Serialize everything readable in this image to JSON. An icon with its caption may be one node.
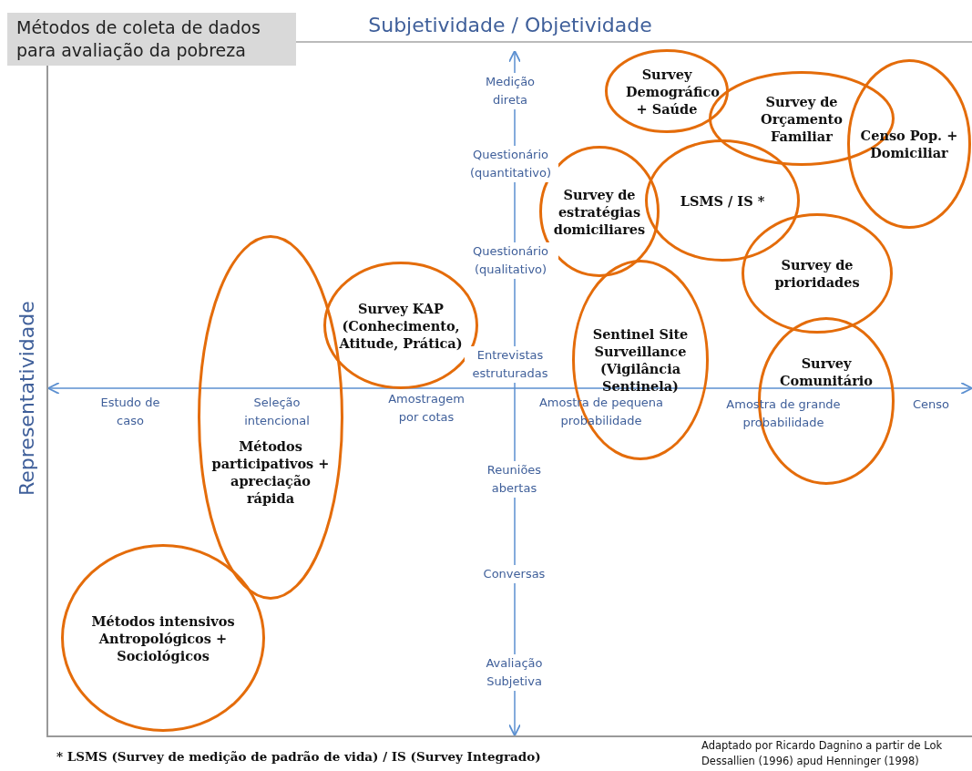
{
  "diagram": {
    "title": "Métodos de coleta de dados para avaliação da pobreza",
    "nodes": [
      {
        "text": [
          "Survey Demográfico + Saúde"
        ]
      },
      {
        "text": [
          "Survey de Orçamento Familiar"
        ]
      },
      {
        "text": [
          "Censo Pop. + Domiciliar"
        ]
      },
      {
        "text": [
          "Survey de estratégias domiciliares"
        ]
      },
      {
        "text": [
          "LSMS / IS *"
        ]
      },
      {
        "text": [
          "Survey de prioridades"
        ]
      },
      {
        "text": [
          "Survey KAP (Conhecimento, Atitude, Prática)"
        ]
      },
      {
        "text": [
          "Sentinel Site Surveillance (Vigilância Sentinela)"
        ]
      },
      {
        "text": [
          "Survey Comunitário"
        ]
      },
      {
        "text": [
          "Métodos participativos + apreciação rápida"
        ]
      },
      {
        "text": [
          "Métodos intensivos Antropológicos + Sociológicos"
        ]
      }
    ],
    "labels": [
      "Subjetividade / Objetividade",
      "Representatividade",
      "Medição direta",
      "Questionário (quantitativo)",
      "Questionário (qualitativo)",
      "Entrevistas estruturadas",
      "Estudo de caso",
      "Seleção intencional",
      "Amostragem por cotas",
      "Amostra de pequena probabilidade",
      "Amostra de grande probabilidade",
      "Censo",
      "Reuniões abertas",
      "Conversas",
      "Avaliação Subjetiva",
      "* LSMS (Survey de medição de padrão de vida) / IS (Survey Integrado)",
      "Adaptado por Ricardo Dagnino a partir de Lok Dessallien (1996) apud Henninger (1998)"
    ]
  }
}
